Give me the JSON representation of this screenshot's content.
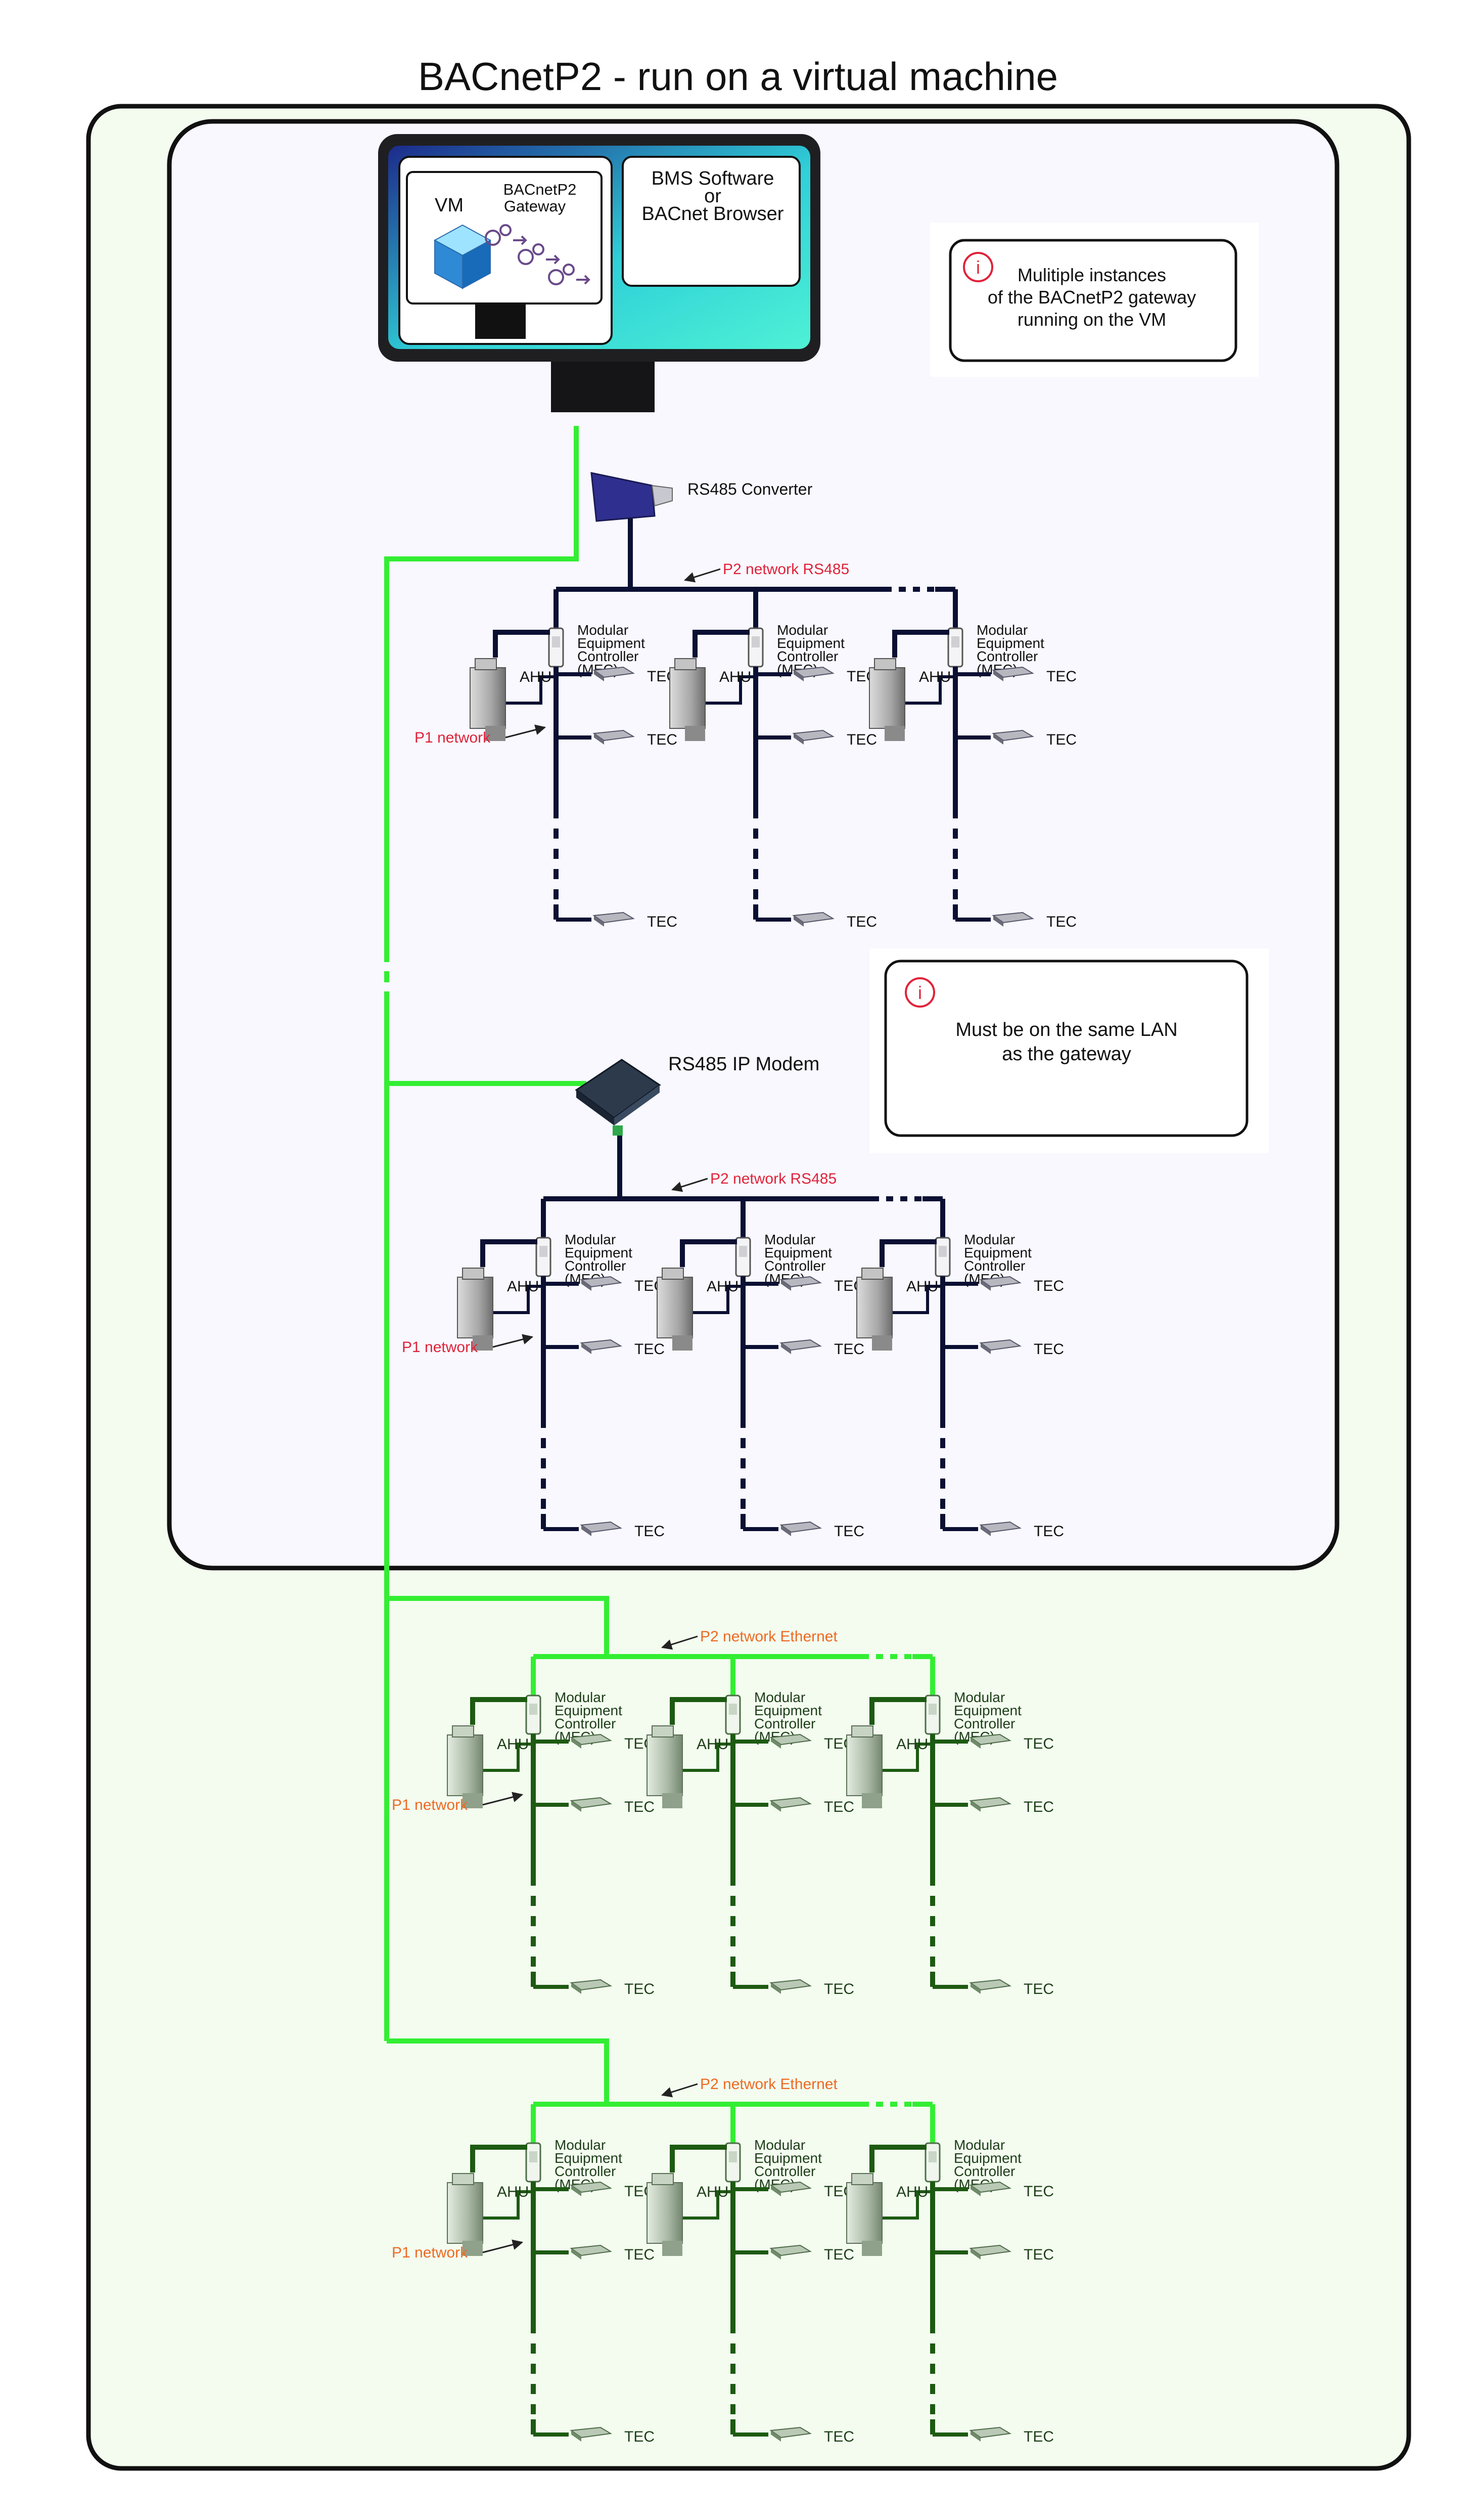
{
  "title": "BACnetP2 - run on a virtual machine",
  "monitor": {
    "vm_label": "VM",
    "gateway_line1": "BACnetP2",
    "gateway_line2": "Gateway",
    "bms_line1": "BMS Software",
    "bms_line2": "or",
    "bms_line3": "BACnet Browser"
  },
  "info_boxes": [
    {
      "icon": "i",
      "lines": [
        "Mulitiple instances",
        "of the BACnetP2 gateway",
        "running on the VM"
      ]
    },
    {
      "icon": "i",
      "lines": [
        "Must be on the same LAN",
        "as the gateway"
      ]
    }
  ],
  "devices": {
    "rs485_converter": "RS485 Converter",
    "rs485_ip_modem": "RS485 IP Modem"
  },
  "labels": {
    "p2_rs485": "P2 network RS485",
    "p2_ethernet": "P2 network Ethernet",
    "p1_network": "P1 network",
    "mec_line1": "Modular",
    "mec_line2": "Equipment",
    "mec_line3": "Controller",
    "mec_line4": "(MEC)",
    "ahu": "AHU",
    "tec": "TEC"
  },
  "colors": {
    "outer_frame_fill": "#f3fcef",
    "inner_panel_fill": "#f8f8fe",
    "green_link": "#33ee33",
    "navy_bus": "#0b1033",
    "dark_green_bus": "#1d5a12",
    "red_label": "#e0233a",
    "orange_label": "#ee6a22"
  }
}
